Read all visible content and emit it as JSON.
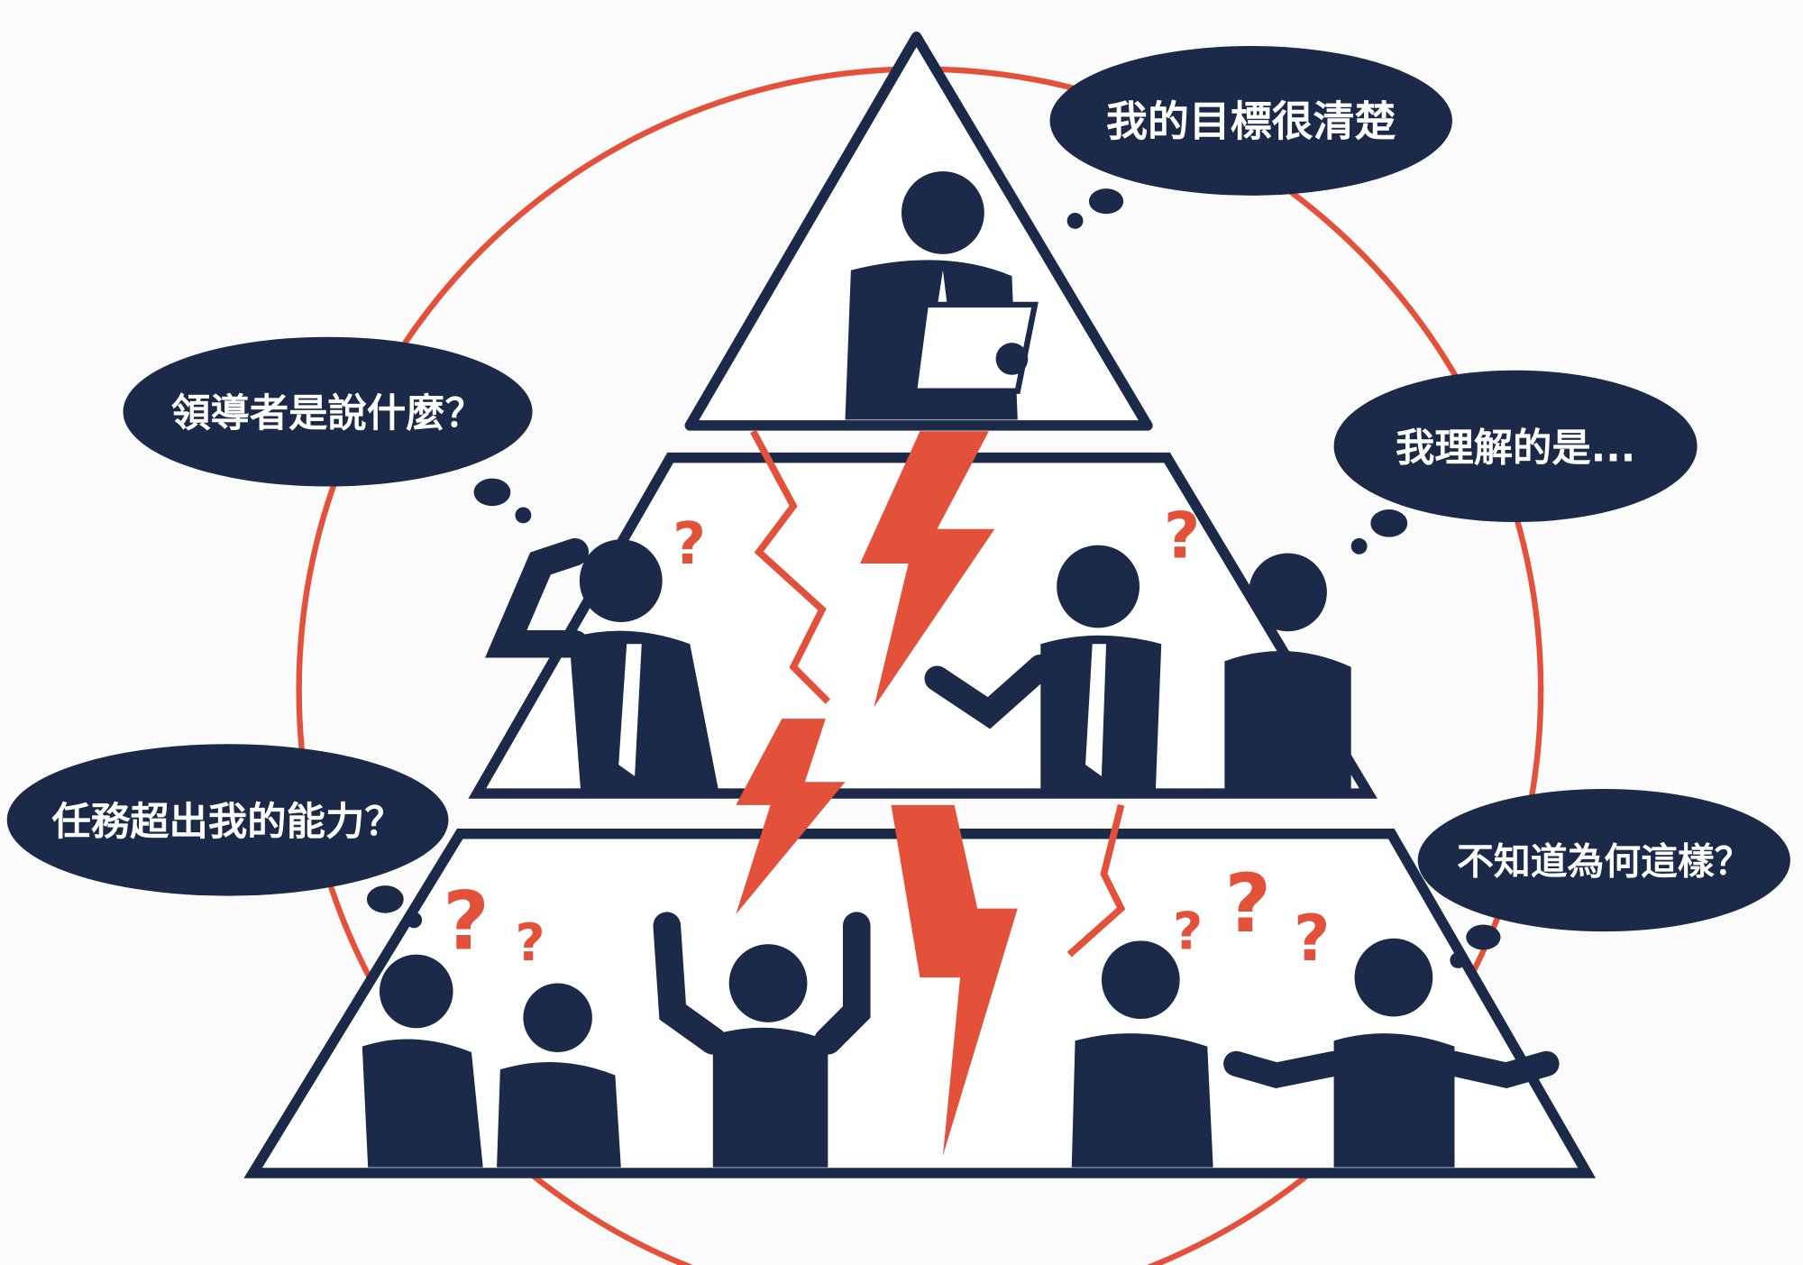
{
  "colors": {
    "navy": "#1c2a4a",
    "red": "#e4513a",
    "background": "#fbfbfb"
  },
  "bubbles": {
    "leader": "我的目標很清楚",
    "middle_left": "領導者是說什麼？",
    "middle_right": "我理解的是...",
    "bottom_left": "任務超出我的能力？",
    "bottom_right": "不知道為何這樣？"
  },
  "marks": {
    "question": "?"
  }
}
